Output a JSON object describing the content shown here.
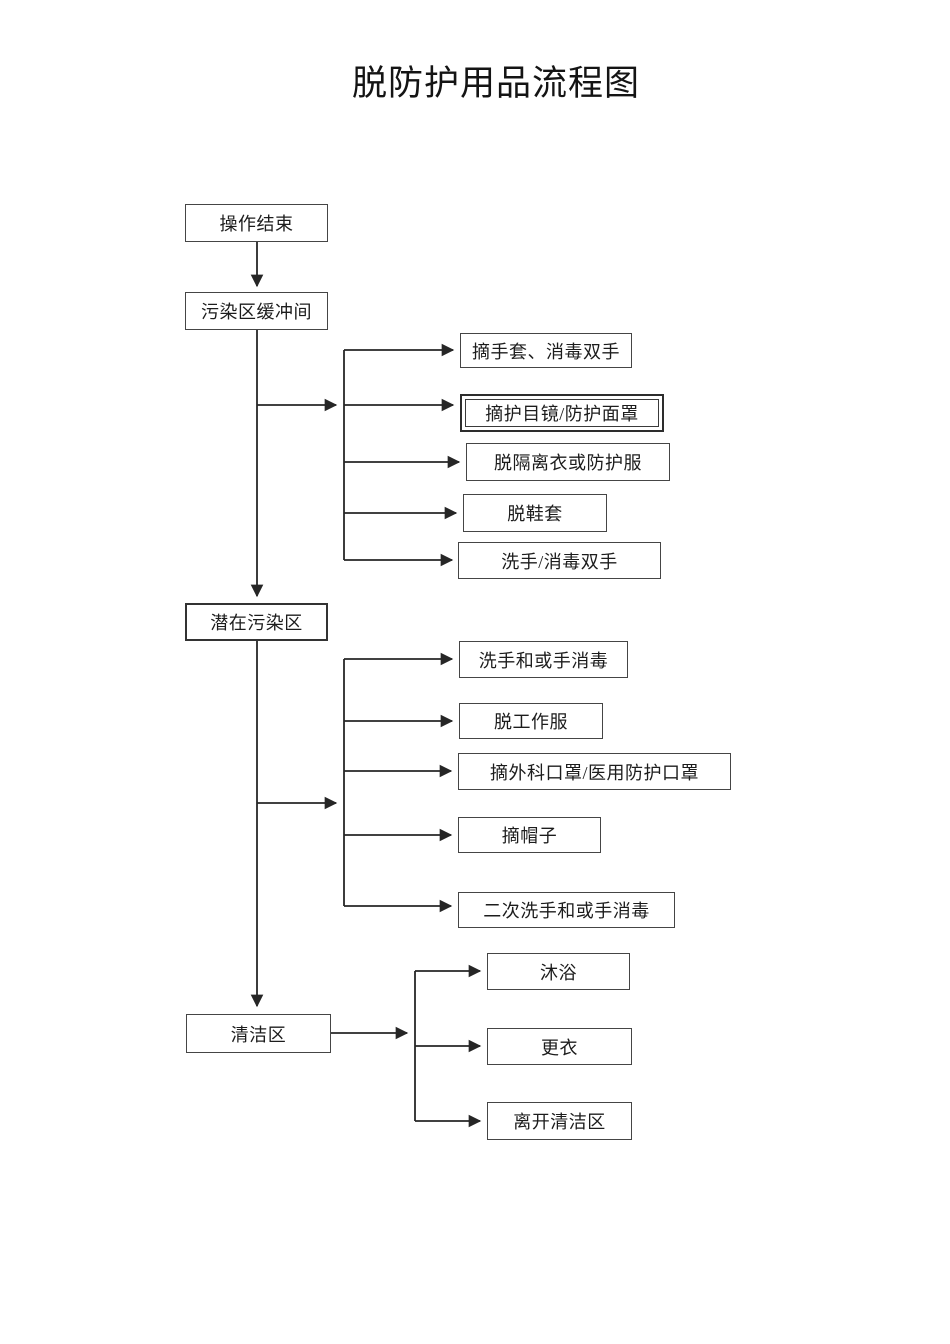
{
  "title": "脱防护用品流程图",
  "nodes": {
    "operation_end": "操作结束",
    "buffer_room": "污染区缓冲间",
    "potential_zone": "潜在污染区",
    "clean_zone": "清洁区",
    "remove_gloves": "摘手套、消毒双手",
    "remove_goggles": "摘护目镜/防护面罩",
    "remove_gown": "脱隔离衣或防护服",
    "remove_shoe_covers": "脱鞋套",
    "wash_disinfect_hands": "洗手/消毒双手",
    "wash_or_sanitize": "洗手和或手消毒",
    "remove_work_clothes": "脱工作服",
    "remove_masks": "摘外科口罩/医用防护口罩",
    "remove_cap": "摘帽子",
    "second_wash": "二次洗手和或手消毒",
    "shower": "沐浴",
    "change_clothes": "更衣",
    "leave_clean_zone": "离开清洁区"
  },
  "flow": {
    "main_sequence": [
      "操作结束",
      "污染区缓冲间",
      "潜在污染区",
      "清洁区"
    ],
    "buffer_room_steps": [
      "摘手套、消毒双手",
      "摘护目镜/防护面罩",
      "脱隔离衣或防护服",
      "脱鞋套",
      "洗手/消毒双手"
    ],
    "potential_zone_steps": [
      "洗手和或手消毒",
      "脱工作服",
      "摘外科口罩/医用防护口罩",
      "摘帽子",
      "二次洗手和或手消毒"
    ],
    "clean_zone_steps": [
      "沐浴",
      "更衣",
      "离开清洁区"
    ]
  },
  "colors": {
    "background": "#ffffff",
    "line": "#262626",
    "box_border": "#454545",
    "text": "#1c1c1c"
  }
}
